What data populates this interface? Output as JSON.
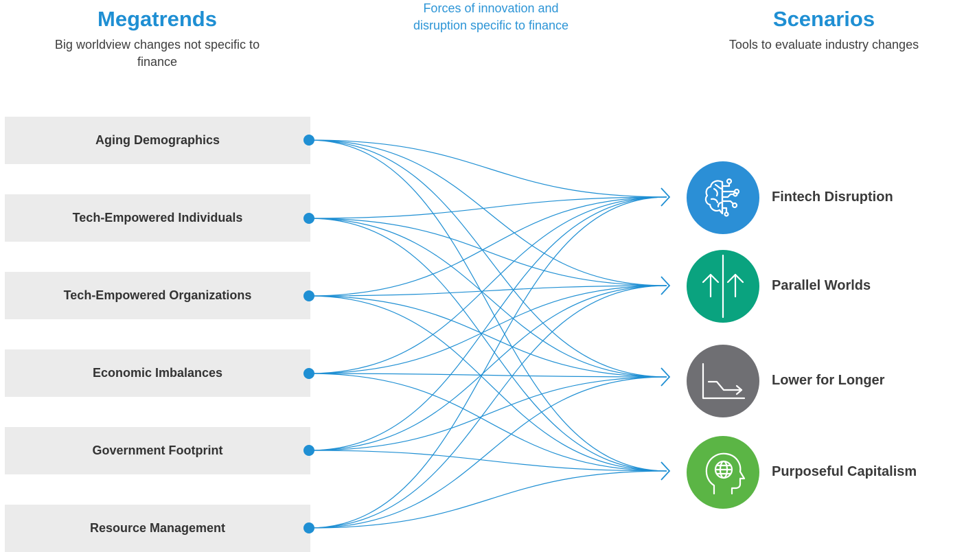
{
  "megatrends_header": {
    "title": "Megatrends",
    "subtitle": "Big worldview changes not specific to finance"
  },
  "forces_header": {
    "text": "Forces of innovation and disruption specific to finance"
  },
  "scenarios_header": {
    "title": "Scenarios",
    "subtitle": "Tools to evaluate industry changes"
  },
  "megatrends": [
    {
      "label": "Aging Demographics"
    },
    {
      "label": "Tech-Empowered Individuals"
    },
    {
      "label": "Tech-Empowered Organizations"
    },
    {
      "label": "Economic Imbalances"
    },
    {
      "label": "Government Footprint"
    },
    {
      "label": "Resource Management"
    }
  ],
  "scenarios": [
    {
      "label": "Fintech Disruption",
      "icon": "brain-circuit-icon",
      "color": "#2b8fd6"
    },
    {
      "label": "Parallel Worlds",
      "icon": "parallel-arrows-icon",
      "color": "#0aa37f"
    },
    {
      "label": "Lower for Longer",
      "icon": "declining-chart-icon",
      "color": "#6f6f73"
    },
    {
      "label": "Purposeful Capitalism",
      "icon": "head-globe-icon",
      "color": "#5bb545"
    }
  ],
  "colors": {
    "accent_blue": "#1f8fd3",
    "link_blue": "#1f8fd3",
    "box_gray": "#ebebeb"
  }
}
